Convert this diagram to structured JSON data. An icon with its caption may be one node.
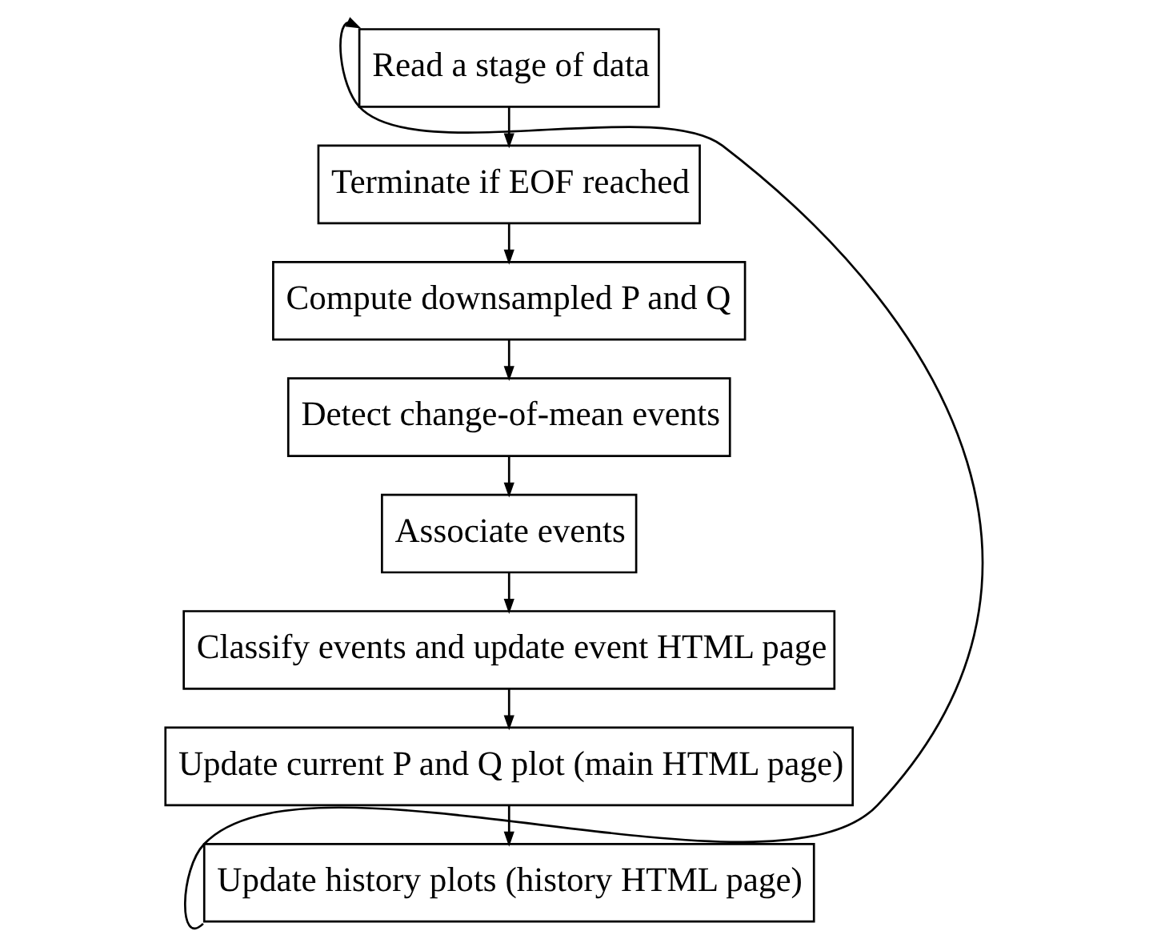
{
  "diagram": {
    "nodes": [
      {
        "text": [
          "Read a stage of data"
        ]
      },
      {
        "text": [
          "Terminate if EOF reached"
        ]
      },
      {
        "text": [
          "Compute downsampled P and Q"
        ]
      },
      {
        "text": [
          "Detect change-of-mean events"
        ]
      },
      {
        "text": [
          "Associate events"
        ]
      },
      {
        "text": [
          "Classify events and update event HTML page"
        ]
      },
      {
        "text": [
          "Update current P and Q plot (main HTML page)"
        ]
      },
      {
        "text": [
          "Update history plots (history HTML page)"
        ]
      }
    ],
    "edges": [
      {
        "from": 0,
        "to": 1,
        "arrow": "to"
      },
      {
        "from": 1,
        "to": 2,
        "arrow": "to"
      },
      {
        "from": 2,
        "to": 3,
        "arrow": "to"
      },
      {
        "from": 3,
        "to": 4,
        "arrow": "to"
      },
      {
        "from": 4,
        "to": 5,
        "arrow": "to"
      },
      {
        "from": 5,
        "to": 6,
        "arrow": "to"
      },
      {
        "from": 6,
        "to": 7,
        "arrow": "to"
      },
      {
        "from": 7,
        "to": 0,
        "arrow": "to"
      }
    ]
  }
}
